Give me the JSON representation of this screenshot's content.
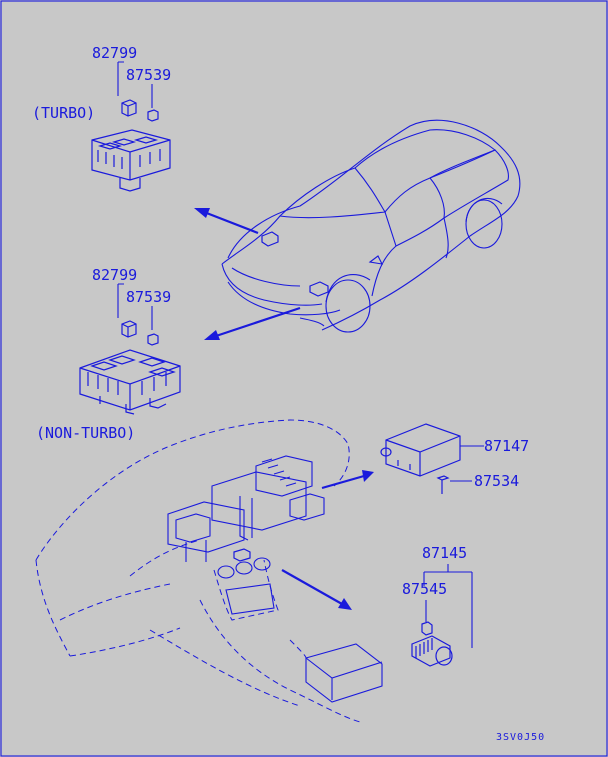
{
  "labels": {
    "turbo_part_1": "82799",
    "turbo_part_2": "87539",
    "turbo_caption": "(TURBO)",
    "nonturbo_part_1": "82799",
    "nonturbo_part_2": "87539",
    "nonturbo_caption": "(NON-TURBO)",
    "module_part": "87147",
    "module_screw_part": "87534",
    "switch_part": "87145",
    "switch_sub_part": "87545",
    "diagram_code": "3SV0J50"
  },
  "colors": {
    "background": "#c8c8c8",
    "line": "#1a1adc"
  }
}
